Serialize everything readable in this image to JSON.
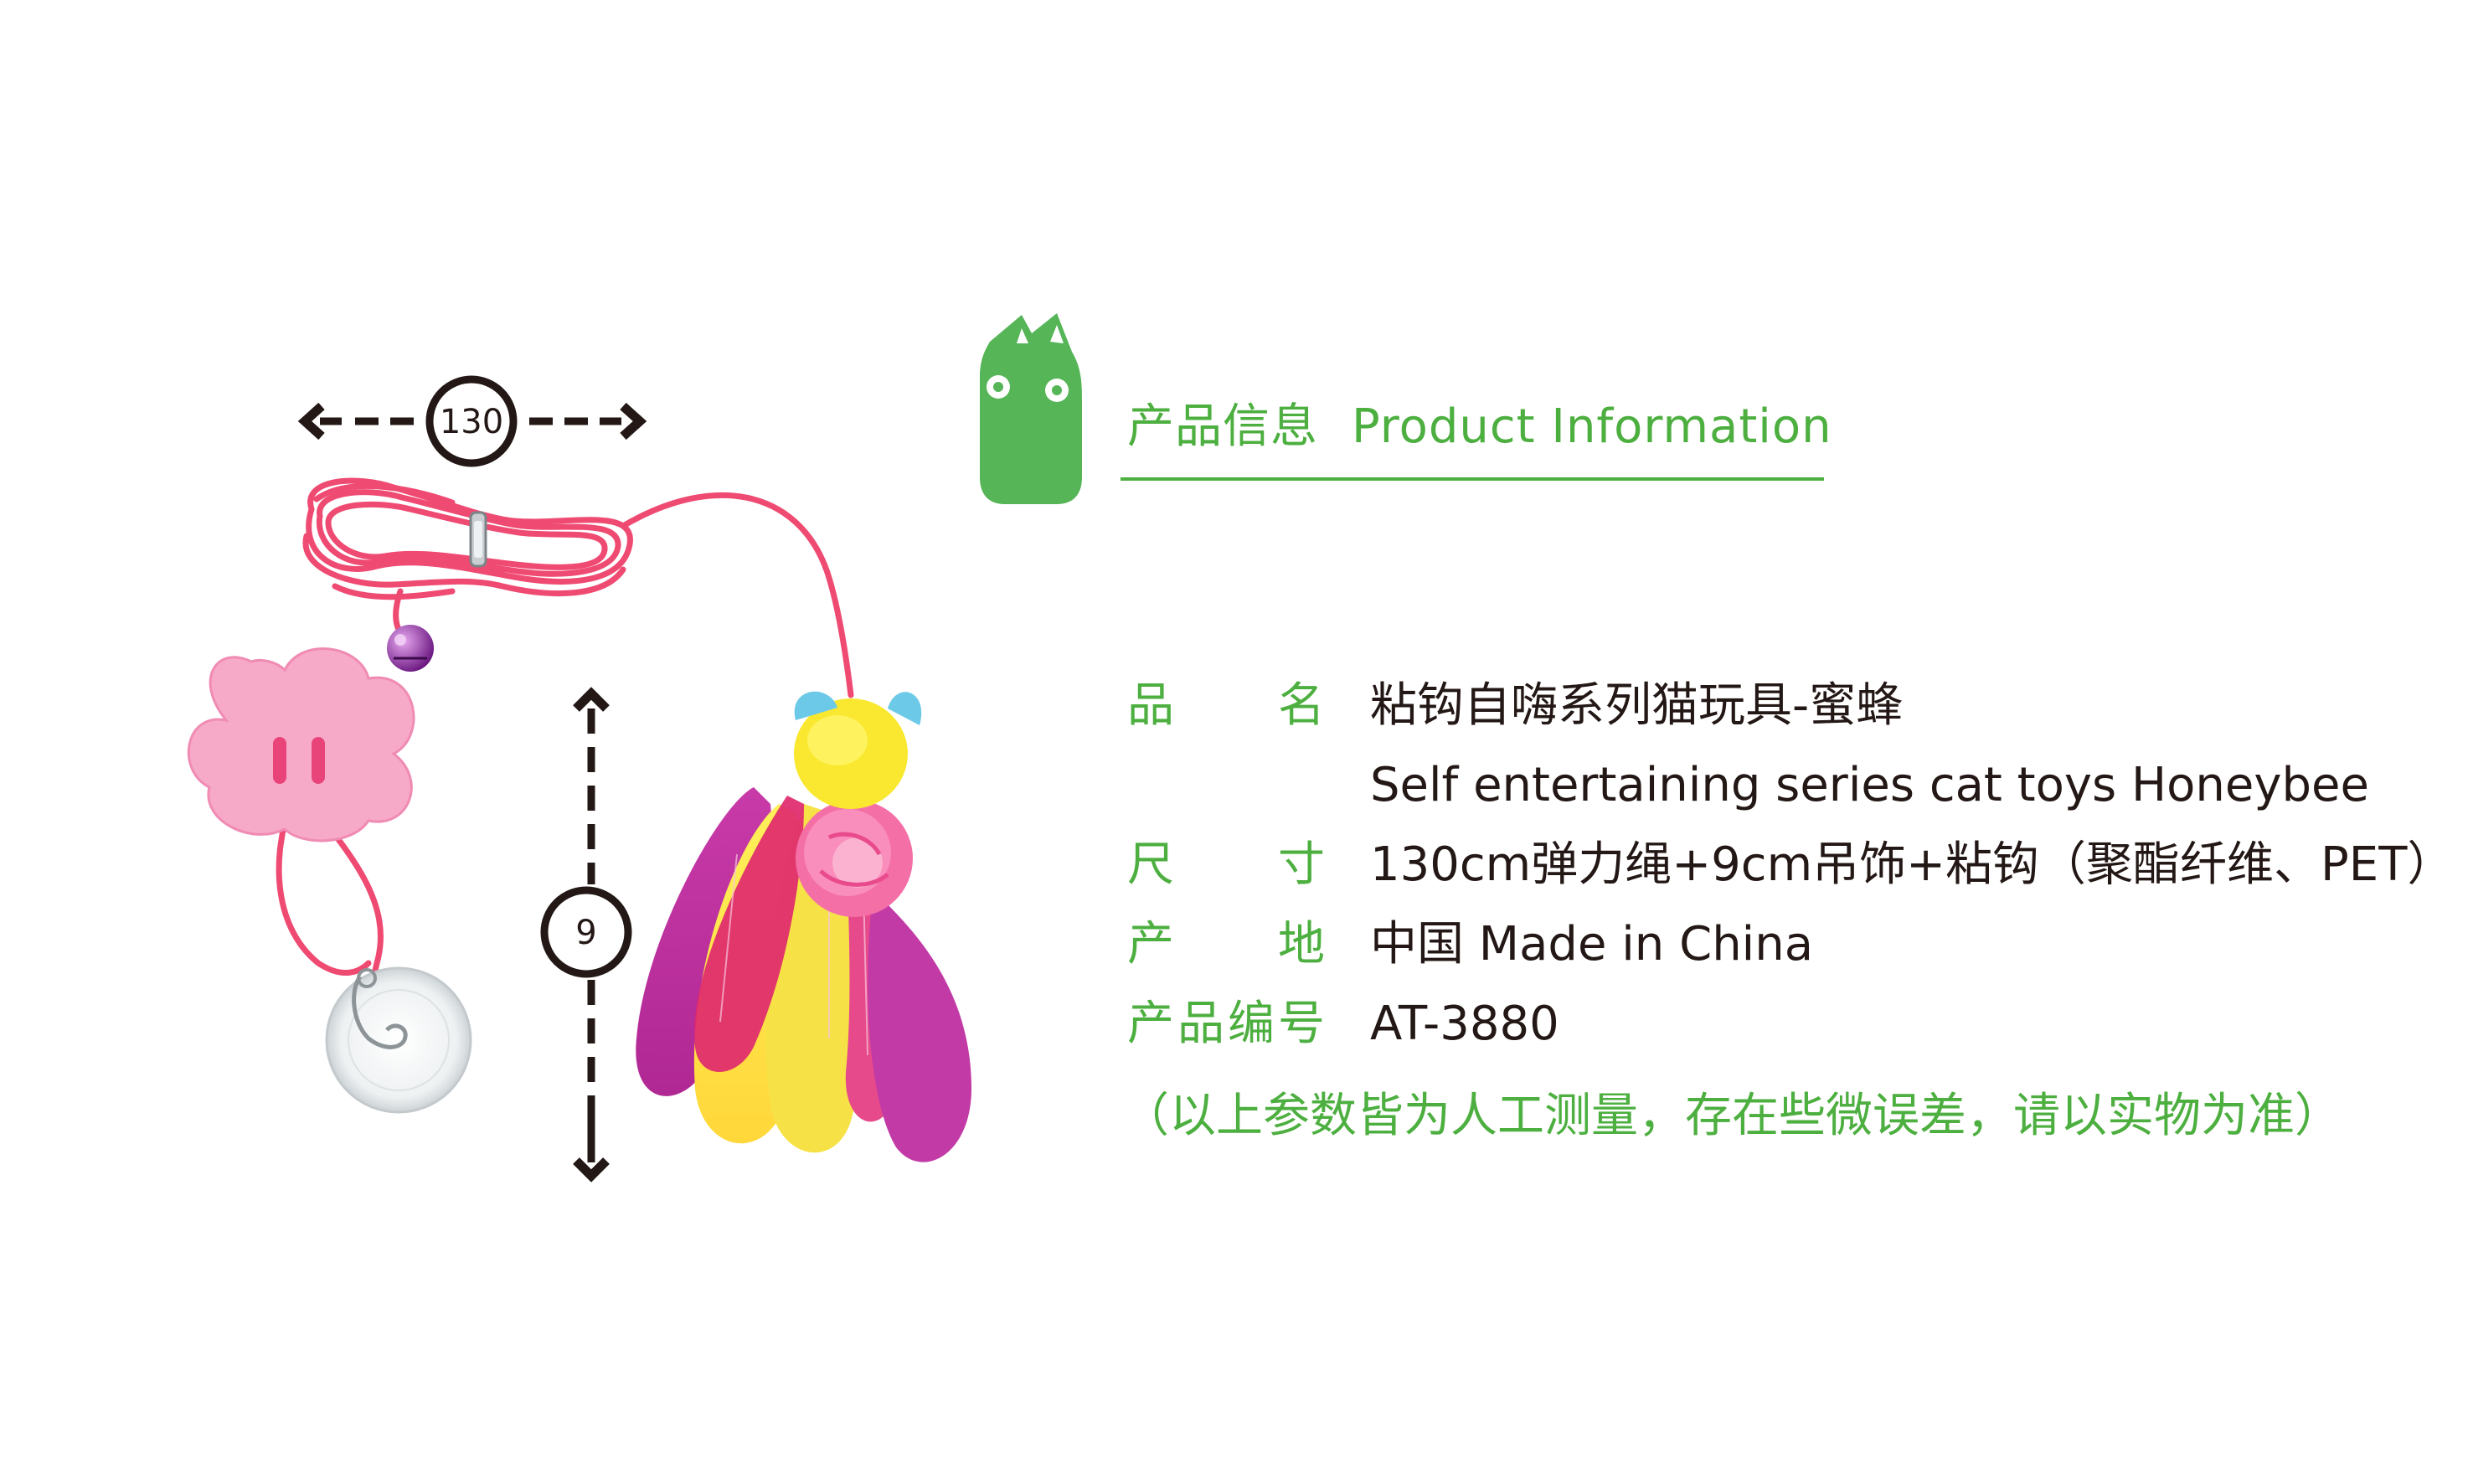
{
  "figure": {
    "width_label": "130",
    "height_label": "9"
  },
  "header": {
    "title_cn": "产品信息",
    "title_en": "Product Information"
  },
  "specs": {
    "name_label": "品名",
    "name_cn": "粘钩自嗨系列猫玩具-蜜蜂",
    "name_en": "Self entertaining series cat toys Honeybee",
    "size_label": "尺寸",
    "size_value": "130cm弹力绳+9cm吊饰+粘钩（聚酯纤维、PET）",
    "origin_label": "产地",
    "origin_value": "中国 Made in China",
    "code_label": "产品编号",
    "code_value": "AT-3880"
  },
  "note": "（以上参数皆为人工测量，存在些微误差，请以实物为准）",
  "colors": {
    "brand_green": "#4caf3f",
    "text_dark": "#231815",
    "rope_pink": "#ef4a72"
  },
  "icons": {
    "logo": "green-monster-logo-icon"
  }
}
